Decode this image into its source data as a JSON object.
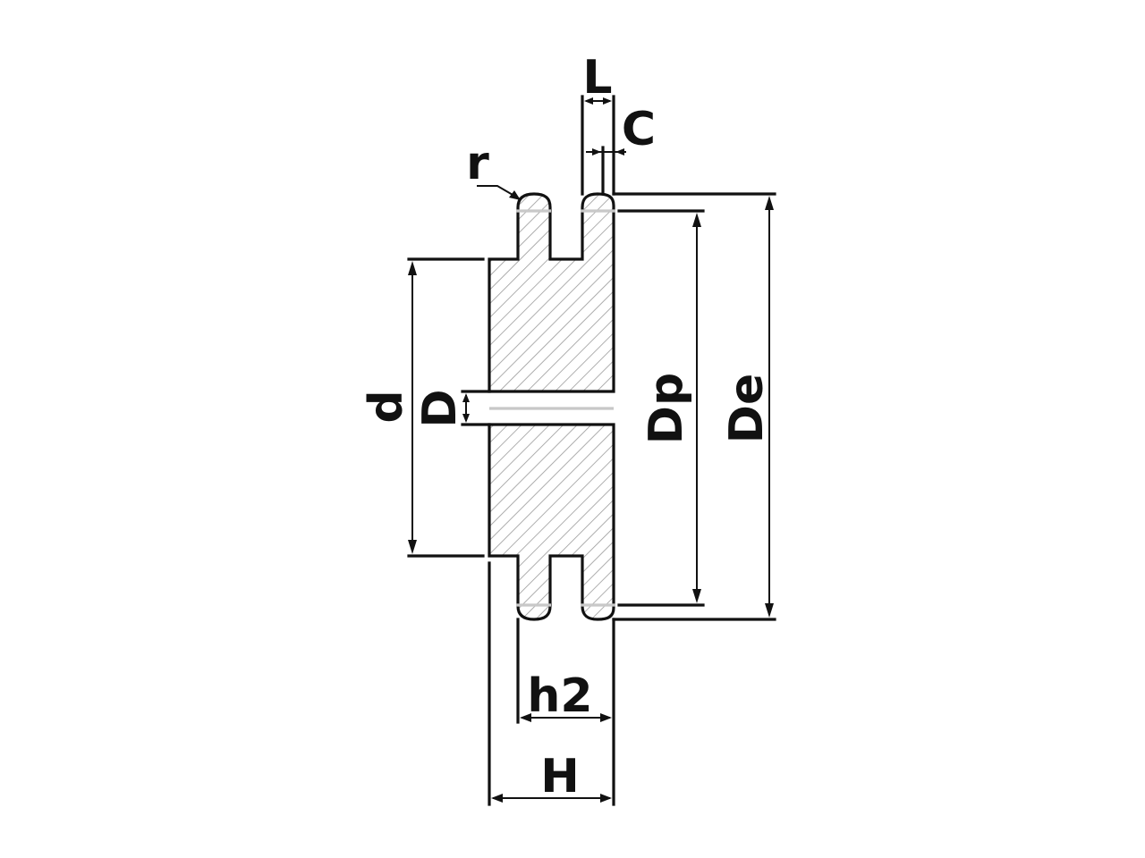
{
  "labels": {
    "L": "L",
    "C": "C",
    "r": "r",
    "d": "d",
    "D": "D",
    "Dp": "Dp",
    "De": "De",
    "h2": "h2",
    "H": "H"
  },
  "colors": {
    "line": "#111111",
    "hatch": "#9a9a9a",
    "pin": "#c8c8c8",
    "background": "#ffffff"
  }
}
